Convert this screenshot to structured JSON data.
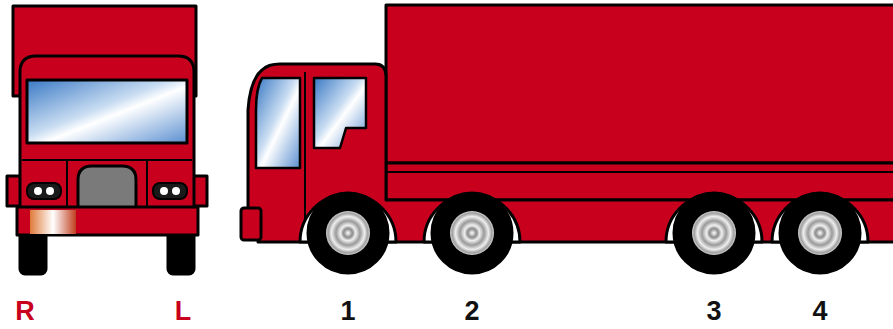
{
  "diagram": {
    "labels": [
      "R",
      "L",
      "1",
      "2",
      "3",
      "4"
    ]
  }
}
